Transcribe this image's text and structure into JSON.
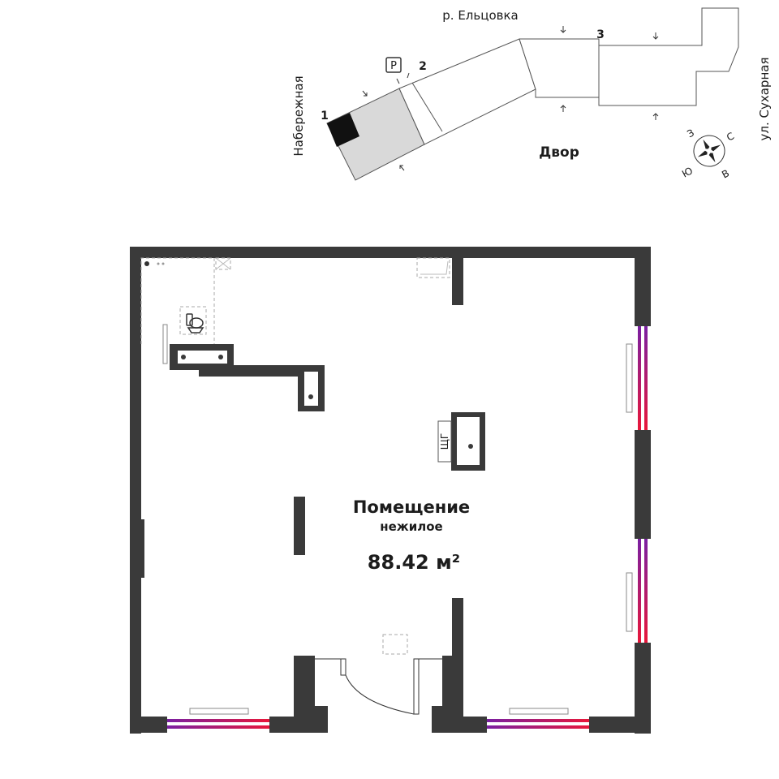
{
  "site_plan": {
    "street_embankment": "Набережная",
    "river": "р. Ельцовка",
    "yard": "Двор",
    "street_sukharnaya": "ул. Сухарная",
    "parking_sign": "P",
    "entrance_markers": [
      "1",
      "2",
      "3"
    ],
    "compass": {
      "north": "С",
      "east": "В",
      "south": "Ю",
      "west": "З"
    }
  },
  "room": {
    "name": "Помещение",
    "type": "нежилое",
    "area": "88.42 м²",
    "panel_label": "ЩГ"
  },
  "colors": {
    "wall": "#3a3a3a",
    "window_red": "#e8173a",
    "window_purple": "#7a1fa2",
    "highlight_unit": "#111111",
    "building_fill": "#d9d9d9"
  }
}
